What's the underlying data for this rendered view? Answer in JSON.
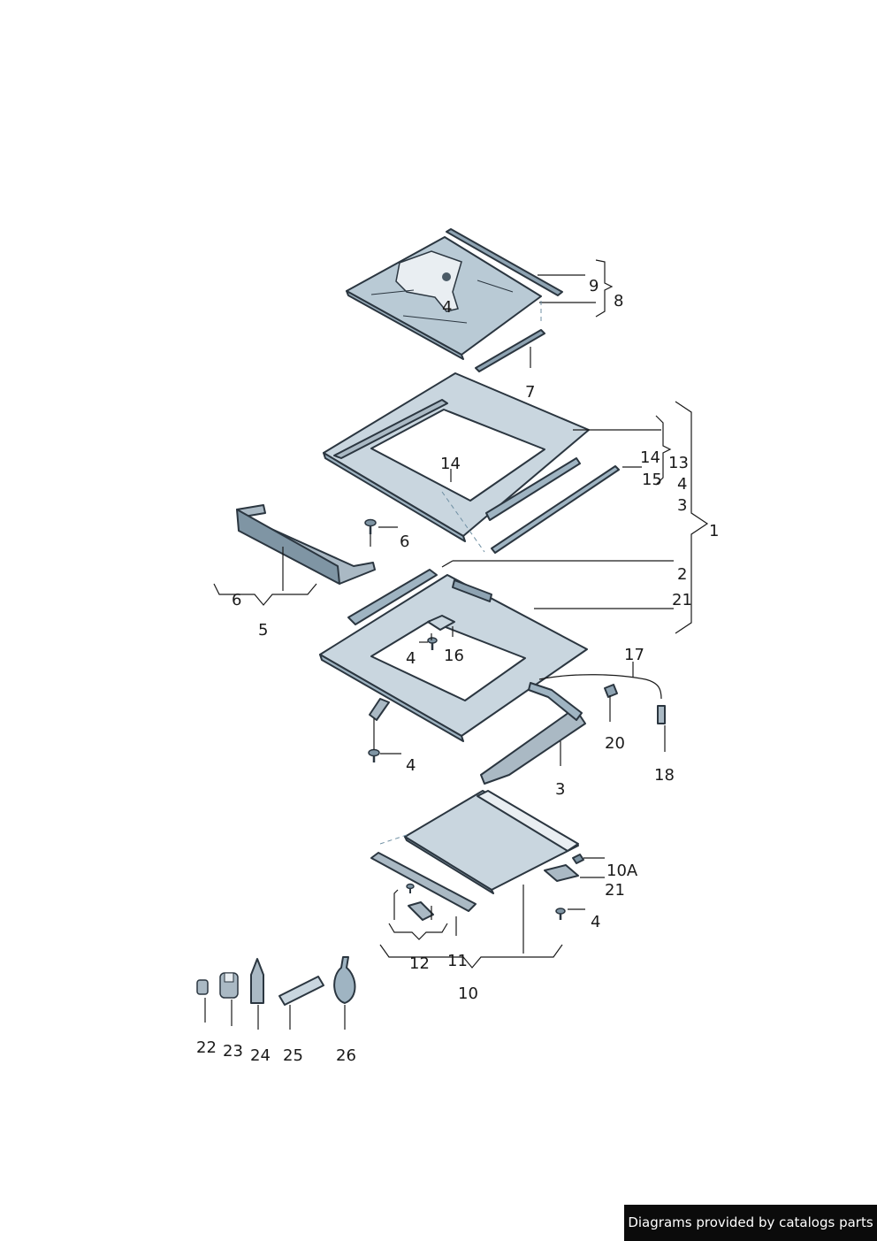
{
  "labels": {
    "glass_panel_top": "4",
    "wind_deflector_strip": "9",
    "glass_panel_set": "8",
    "seal_strip": "7",
    "frame_group": "1",
    "frame_seal_14": "14",
    "frame_seal_13": "13",
    "frame_seal_14b": "14",
    "frame_seal_15": "15",
    "frame_screw_4": "4",
    "frame_guide_3": "3",
    "frame_2": "2",
    "frame_21": "21",
    "deflector_screw": "6",
    "deflector_group": "6",
    "deflector_assy": "5",
    "frame_screw_a": "4",
    "bracket_16": "16",
    "cable_17": "17",
    "clip_20": "20",
    "drain_valve_18": "18",
    "frame_screw_b": "4",
    "guide_rail_3": "3",
    "sunshade_10a": "10A",
    "sunshade_21": "21",
    "sunshade_screw": "4",
    "handle_12": "12",
    "rail_11": "11",
    "sunshade_10": "10",
    "part_22": "22",
    "part_23": "23",
    "part_24": "24",
    "part_25": "25",
    "part_26": "26"
  },
  "colors": {
    "part_fill": "#c9d6df",
    "part_dark": "#8ea3b2",
    "outline": "#2b3640"
  },
  "footer": {
    "credit": "Diagrams provided by catalogs parts"
  }
}
